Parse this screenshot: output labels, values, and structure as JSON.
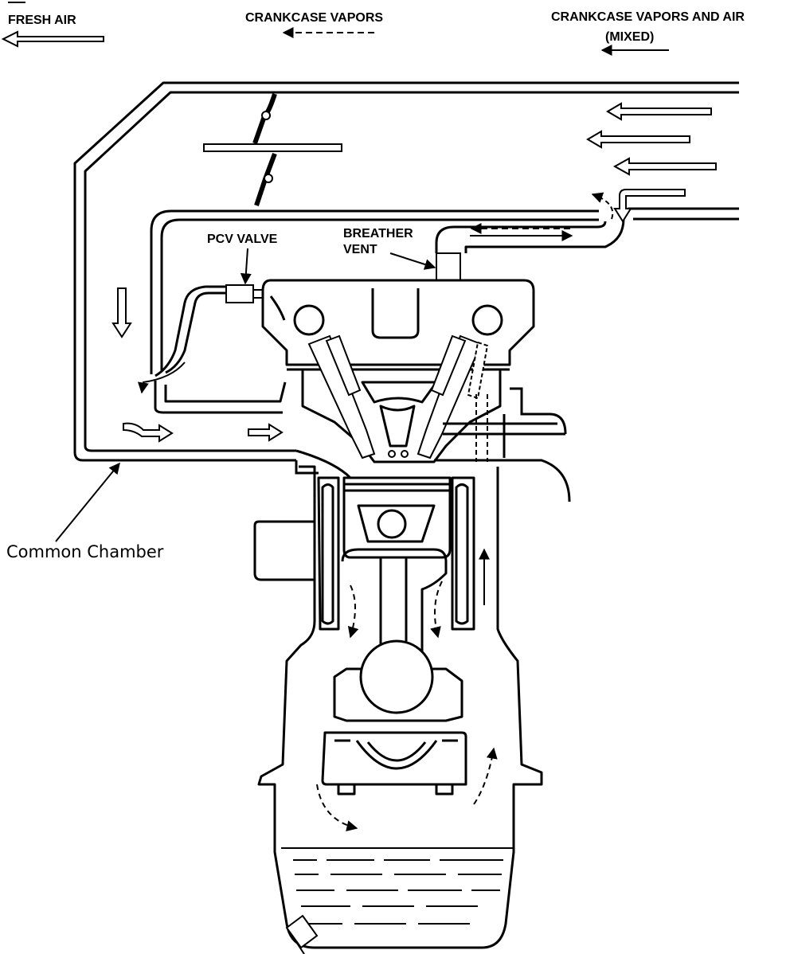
{
  "legend": {
    "fresh_air": "FRESH AIR",
    "crankcase_vapors": "CRANKCASE VAPORS",
    "mixed_line1": "CRANKCASE VAPORS AND AIR",
    "mixed_line2": "(MIXED)"
  },
  "labels": {
    "pcv_valve": "PCV VALVE",
    "breather_line1": "BREATHER",
    "breather_line2": "VENT",
    "common_chamber": "Common Chamber"
  },
  "colors": {
    "ink": "#000000",
    "paper": "#ffffff"
  }
}
